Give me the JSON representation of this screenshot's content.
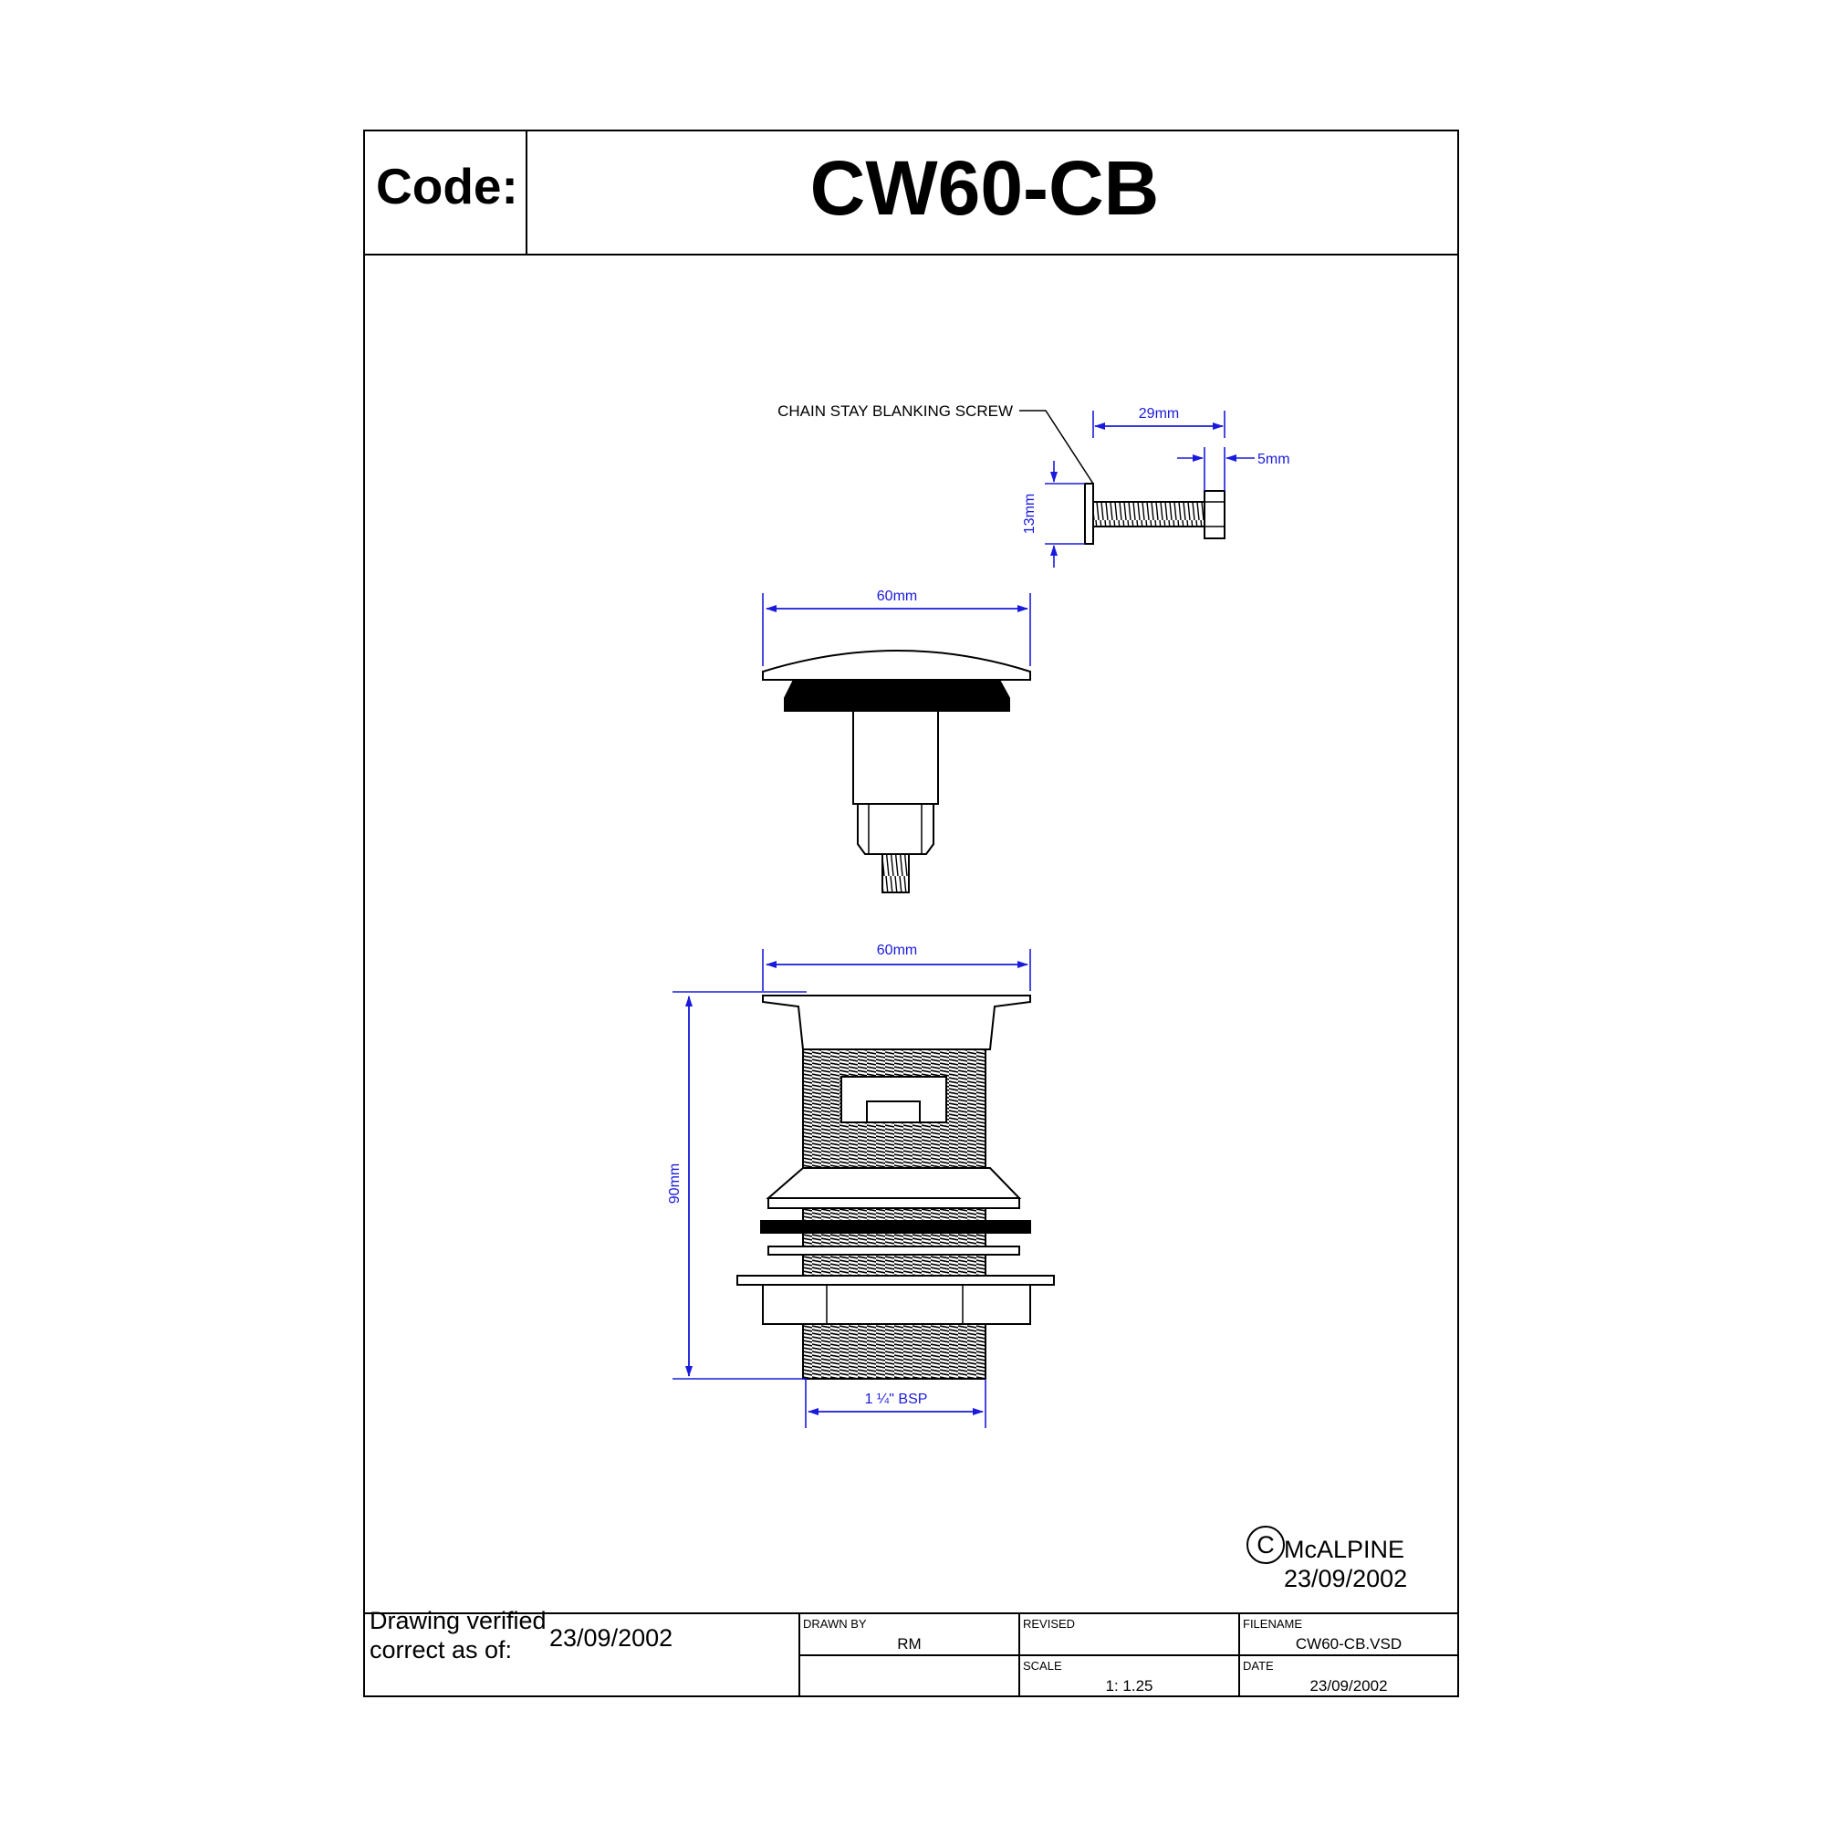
{
  "header": {
    "code_label": "Code:",
    "code_value": "CW60-CB"
  },
  "drawing": {
    "part_label": "CHAIN STAY BLANKING SCREW",
    "dimensions": {
      "screw_length": "29mm",
      "screw_head": "5mm",
      "screw_height": "13mm",
      "plug_width": "60mm",
      "body_width": "60mm",
      "body_height": "90mm",
      "thread": "1 ¼\" BSP"
    },
    "dimension_color": "#1a1adc"
  },
  "copyright": {
    "symbol": "C",
    "company": "McALPINE",
    "date": "23/09/2002"
  },
  "title_block": {
    "verified_label": "Drawing verified correct as of:",
    "verified_date": "23/09/2002",
    "drawn_by_label": "DRAWN BY",
    "drawn_by": "RM",
    "revised_label": "REVISED",
    "revised": "",
    "filename_label": "FILENAME",
    "filename": "CW60-CB.VSD",
    "scale_label": "SCALE",
    "scale": "1: 1.25",
    "date_label": "DATE",
    "date": "23/09/2002"
  }
}
